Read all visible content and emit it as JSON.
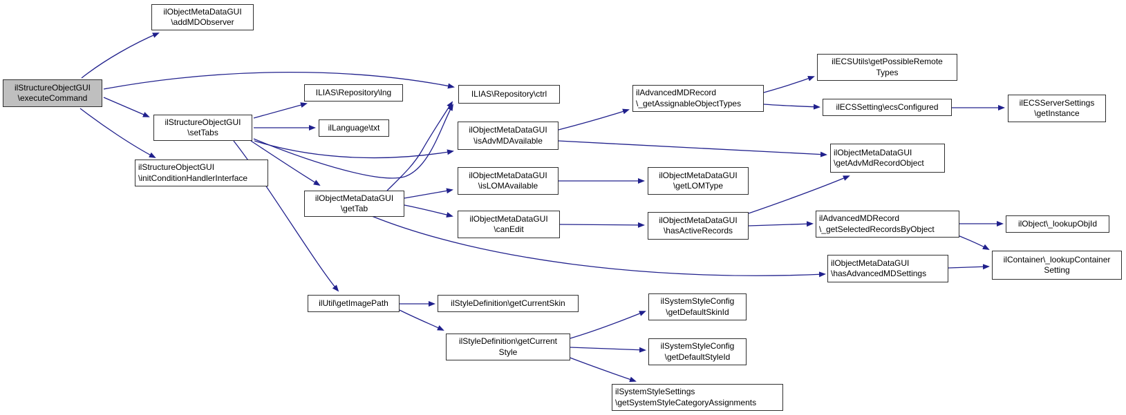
{
  "diagram": {
    "type": "call-graph",
    "background_color": "#ffffff",
    "edge_color": "#20208c",
    "node_border_color": "#2e2e2e",
    "node_fill_color": "#ffffff",
    "root_node_fill_color": "#bfbfbf",
    "nodes": [
      {
        "id": "execute-command",
        "label": "ilStructureObjectGUI\n\\executeCommand",
        "root": true
      },
      {
        "id": "add-md-observer",
        "label": "ilObjectMetaDataGUI\n\\addMDObserver"
      },
      {
        "id": "set-tabs",
        "label": "ilStructureObjectGUI\n\\setTabs"
      },
      {
        "id": "init-condition-handler-interface",
        "label": "ilStructureObjectGUI\n\\initConditionHandlerInterface"
      },
      {
        "id": "repository-lng",
        "label": "ILIAS\\Repository\\lng"
      },
      {
        "id": "language-txt",
        "label": "ilLanguage\\txt"
      },
      {
        "id": "repository-ctrl",
        "label": "ILIAS\\Repository\\ctrl"
      },
      {
        "id": "is-adv-md-available",
        "label": "ilObjectMetaDataGUI\n\\isAdvMDAvailable"
      },
      {
        "id": "get-tab",
        "label": "ilObjectMetaDataGUI\n\\getTab"
      },
      {
        "id": "is-lom-available",
        "label": "ilObjectMetaDataGUI\n\\isLOMAvailable"
      },
      {
        "id": "can-edit",
        "label": "ilObjectMetaDataGUI\n\\canEdit"
      },
      {
        "id": "get-assignable-object-types",
        "label": "ilAdvancedMDRecord\n\\_getAssignableObjectTypes"
      },
      {
        "id": "get-lom-type",
        "label": "ilObjectMetaDataGUI\n\\getLOMType"
      },
      {
        "id": "has-active-records",
        "label": "ilObjectMetaDataGUI\n\\hasActiveRecords"
      },
      {
        "id": "get-possible-remote-types",
        "label": "ilECSUtils\\getPossibleRemote\nTypes"
      },
      {
        "id": "ecs-configured",
        "label": "ilECSSetting\\ecsConfigured"
      },
      {
        "id": "get-instance",
        "label": "ilECSServerSettings\n\\getInstance"
      },
      {
        "id": "get-adv-md-record-object",
        "label": "ilObjectMetaDataGUI\n\\getAdvMdRecordObject"
      },
      {
        "id": "get-selected-records-by-object",
        "label": "ilAdvancedMDRecord\n\\_getSelectedRecordsByObject"
      },
      {
        "id": "lookup-obj-id",
        "label": "ilObject\\_lookupObjId"
      },
      {
        "id": "has-advanced-md-settings",
        "label": "ilObjectMetaDataGUI\n\\hasAdvancedMDSettings"
      },
      {
        "id": "lookup-container-setting",
        "label": "ilContainer\\_lookupContainer\nSetting"
      },
      {
        "id": "get-image-path",
        "label": "ilUtil\\getImagePath"
      },
      {
        "id": "get-current-skin",
        "label": "ilStyleDefinition\\getCurrentSkin"
      },
      {
        "id": "get-current-style",
        "label": "ilStyleDefinition\\getCurrent\nStyle"
      },
      {
        "id": "get-default-skin-id",
        "label": "ilSystemStyleConfig\n\\getDefaultSkinId"
      },
      {
        "id": "get-default-style-id",
        "label": "ilSystemStyleConfig\n\\getDefaultStyleId"
      },
      {
        "id": "get-system-style-category-assignments",
        "label": "ilSystemStyleSettings\n\\getSystemStyleCategoryAssignments"
      }
    ],
    "edges": [
      {
        "from": "execute-command",
        "to": "add-md-observer"
      },
      {
        "from": "execute-command",
        "to": "repository-ctrl"
      },
      {
        "from": "execute-command",
        "to": "set-tabs"
      },
      {
        "from": "execute-command",
        "to": "init-condition-handler-interface"
      },
      {
        "from": "set-tabs",
        "to": "repository-lng"
      },
      {
        "from": "set-tabs",
        "to": "language-txt"
      },
      {
        "from": "set-tabs",
        "to": "repository-ctrl"
      },
      {
        "from": "set-tabs",
        "to": "get-tab"
      },
      {
        "from": "set-tabs",
        "to": "is-adv-md-available"
      },
      {
        "from": "set-tabs",
        "to": "get-image-path"
      },
      {
        "from": "get-tab",
        "to": "repository-ctrl"
      },
      {
        "from": "get-tab",
        "to": "is-lom-available"
      },
      {
        "from": "get-tab",
        "to": "can-edit"
      },
      {
        "from": "get-tab",
        "to": "has-advanced-md-settings"
      },
      {
        "from": "is-adv-md-available",
        "to": "get-assignable-object-types"
      },
      {
        "from": "is-adv-md-available",
        "to": "get-adv-md-record-object"
      },
      {
        "from": "is-lom-available",
        "to": "get-lom-type"
      },
      {
        "from": "can-edit",
        "to": "has-active-records"
      },
      {
        "from": "get-assignable-object-types",
        "to": "get-possible-remote-types"
      },
      {
        "from": "get-assignable-object-types",
        "to": "ecs-configured"
      },
      {
        "from": "ecs-configured",
        "to": "get-instance"
      },
      {
        "from": "has-active-records",
        "to": "get-adv-md-record-object"
      },
      {
        "from": "has-active-records",
        "to": "get-selected-records-by-object"
      },
      {
        "from": "get-selected-records-by-object",
        "to": "lookup-obj-id"
      },
      {
        "from": "get-selected-records-by-object",
        "to": "lookup-container-setting"
      },
      {
        "from": "has-advanced-md-settings",
        "to": "lookup-container-setting"
      },
      {
        "from": "get-image-path",
        "to": "get-current-skin"
      },
      {
        "from": "get-image-path",
        "to": "get-current-style"
      },
      {
        "from": "get-current-style",
        "to": "get-default-skin-id"
      },
      {
        "from": "get-current-style",
        "to": "get-default-style-id"
      },
      {
        "from": "get-current-style",
        "to": "get-system-style-category-assignments"
      }
    ]
  }
}
